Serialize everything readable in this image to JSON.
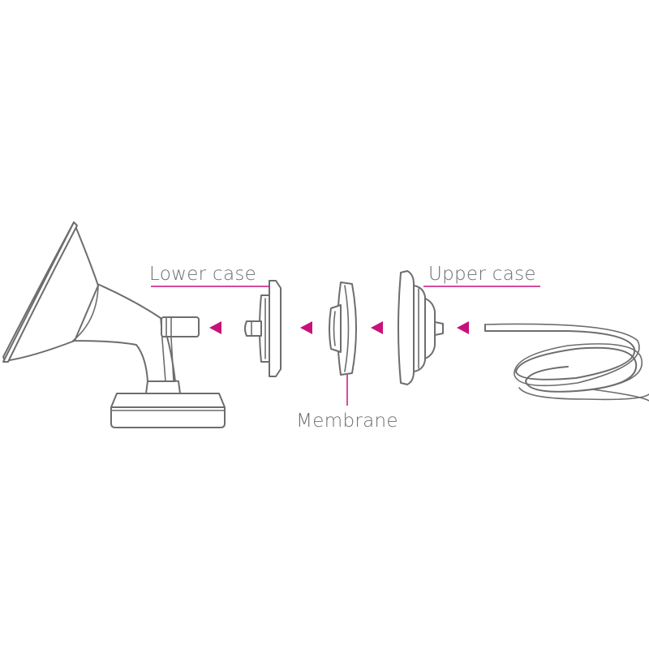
{
  "labels": {
    "lower_case": "Lower case",
    "membrane": "Membrane",
    "upper_case": "Upper case"
  },
  "colors": {
    "accent": "#c8117a",
    "line": "#6d6d6d",
    "label_text": "#6d6d6d"
  },
  "arrow_direction": "left",
  "arrow_count": 4
}
